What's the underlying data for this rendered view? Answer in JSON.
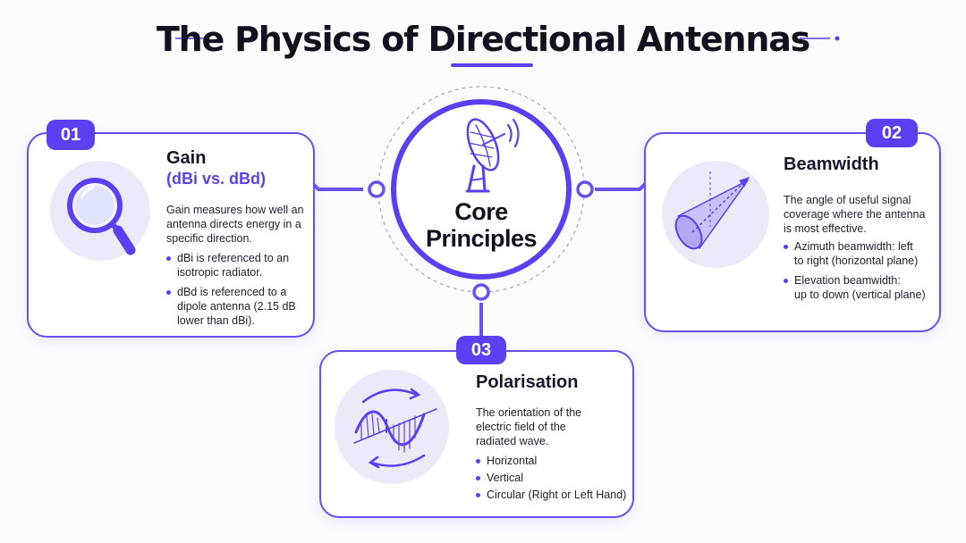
{
  "title": "The Physics of Directional Antennas",
  "center": {
    "line1": "Core",
    "line2": "Principles",
    "icon": "satellite-dish-icon"
  },
  "cards": {
    "gain": {
      "number": "01",
      "title": "Gain",
      "subtitle": "(dBi vs. dBd)",
      "description": [
        "Gain measures how well an",
        "antenna directs energy in a",
        "specific direction."
      ],
      "bullets": [
        [
          "dBi is referenced to an",
          "isotropic radiator."
        ],
        [
          "dBd is referenced to a",
          "dipole antenna (2.15 dB",
          "lower than dBi)."
        ]
      ],
      "icon": "magnifying-glass-icon"
    },
    "beamwidth": {
      "number": "02",
      "title": "Beamwidth",
      "description": [
        "The angle of useful signal",
        "coverage where the antenna",
        "is most effective."
      ],
      "bullets": [
        [
          "Azimuth beamwidth: left",
          "to right (horizontal plane)"
        ],
        [
          "Elevation beamwidth:",
          "up to down (vertical plane)"
        ]
      ],
      "icon": "cone-beam-icon"
    },
    "polarisation": {
      "number": "03",
      "title": "Polarisation",
      "description": [
        "The orientation of the",
        "electric field of the",
        "radiated wave."
      ],
      "bullets": [
        [
          "Horizontal"
        ],
        [
          "Vertical"
        ],
        [
          "Circular (Right or Left Hand)"
        ]
      ],
      "icon": "sine-wave-rotation-icon"
    }
  },
  "colors": {
    "accent": "#5b3ff0",
    "border": "#6a4ff0",
    "iconBg": "#eceaf8",
    "text": "#1d1d2e"
  }
}
